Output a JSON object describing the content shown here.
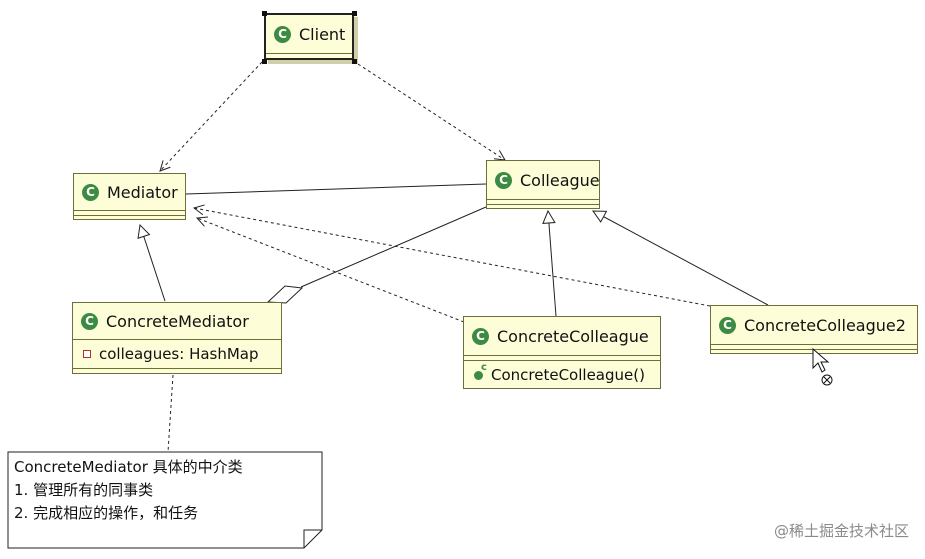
{
  "classes": {
    "client": {
      "name": "Client"
    },
    "mediator": {
      "name": "Mediator"
    },
    "colleague": {
      "name": "Colleague"
    },
    "concrete_mediator": {
      "name": "ConcreteMediator",
      "field": "colleagues: HashMap"
    },
    "concrete_colleague": {
      "name": "ConcreteColleague",
      "method": "ConcreteColleague()"
    },
    "concrete_colleague2": {
      "name": "ConcreteColleague2"
    }
  },
  "note": {
    "line1": "ConcreteMediator 具体的中介类",
    "line2": "1. 管理所有的同事类",
    "line3": "2. 完成相应的操作，和任务"
  },
  "icon_letter": "C",
  "watermark": "@稀土掘金技术社区",
  "colors": {
    "class_fill": "#fdfdd8",
    "class_border": "#6e6e3a",
    "class_icon": "#3d8b42",
    "line": "#222222"
  }
}
